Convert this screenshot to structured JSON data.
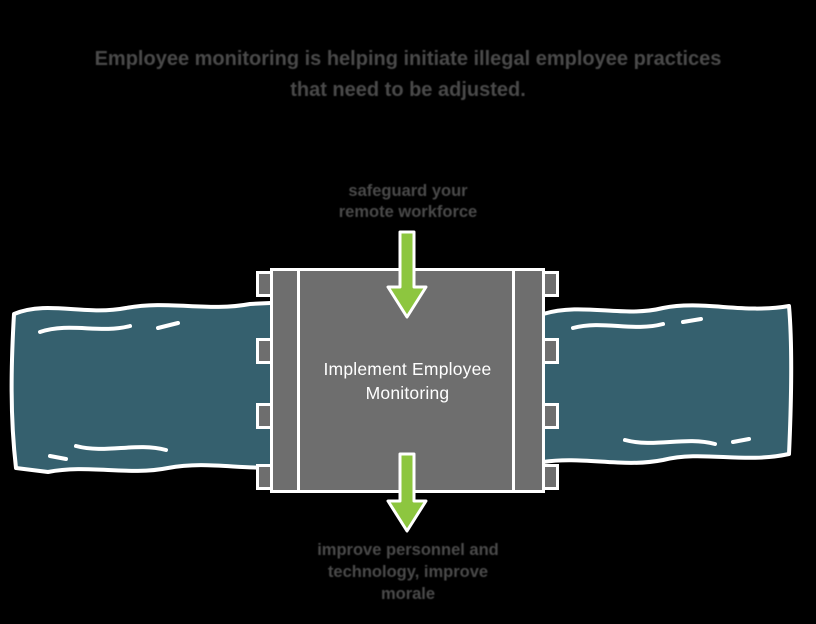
{
  "colors": {
    "bg": "#000000",
    "teal": "#35606e",
    "green": "#8dc63f",
    "box-gray": "#6e6e6e",
    "text-gray": "#4a4a4a",
    "white": "#ffffff"
  },
  "title": {
    "line1": "Employee monitoring is helping initiate illegal employee practices",
    "line2": "that need to be adjusted."
  },
  "input_label": {
    "line1": "safeguard your",
    "line2": "remote workforce"
  },
  "process_box": {
    "line1": "Implement Employee",
    "line2": "Monitoring"
  },
  "output_label": {
    "line1": "improve personnel and",
    "line2": "technology, improve",
    "line3": "morale"
  }
}
